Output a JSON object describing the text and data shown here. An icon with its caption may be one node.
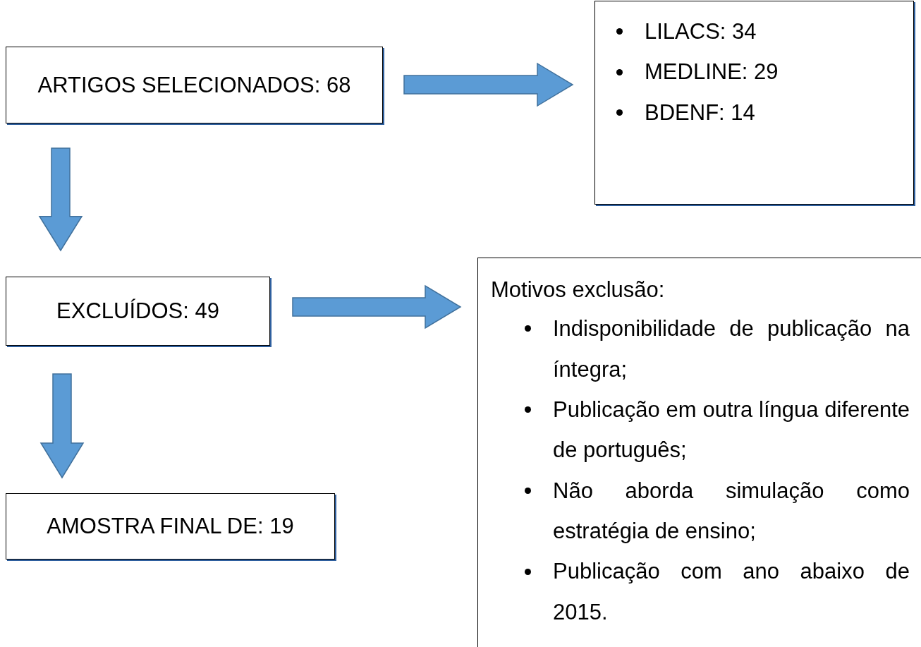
{
  "diagram": {
    "nodes": [
      {
        "text": [
          "ARTIGOS SELECIONADOS: 68"
        ]
      },
      {
        "text": [
          "LILACS: 34",
          "MEDLINE: 29",
          "BDENF: 14"
        ]
      },
      {
        "text": [
          "EXCLUÍDOS: 49"
        ]
      },
      {
        "text": [
          "Motivos exclusão:",
          "Indisponibilidade de publicação na íntegra;",
          "Publicação em outra língua diferente de português;",
          "Não aborda simulação como estratégia de ensino;",
          "Publicação com ano abaixo de 2015."
        ]
      },
      {
        "text": [
          "AMOSTRA FINAL DE: 19"
        ]
      }
    ],
    "edges": [
      {
        "from": 0,
        "to": 1,
        "arrow": "to"
      },
      {
        "from": 0,
        "to": 2,
        "arrow": "to"
      },
      {
        "from": 2,
        "to": 3,
        "arrow": "to"
      },
      {
        "from": 2,
        "to": 4,
        "arrow": "to"
      }
    ]
  }
}
